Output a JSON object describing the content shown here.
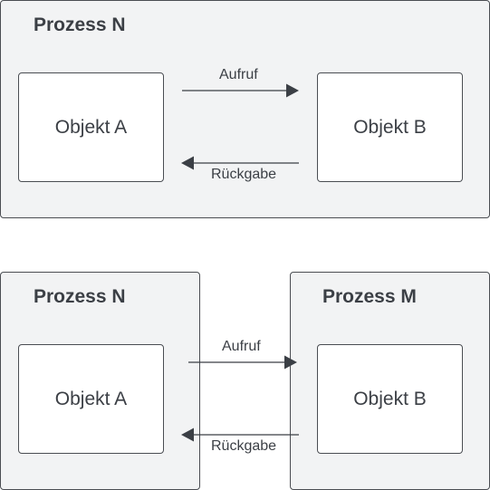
{
  "diagram_top": {
    "process_title": "Prozess N",
    "object_a": "Objekt A",
    "object_b": "Objekt B",
    "call_label": "Aufruf",
    "return_label": "Rückgabe"
  },
  "diagram_bottom": {
    "process_left_title": "Prozess N",
    "process_right_title": "Prozess M",
    "object_a": "Objekt A",
    "object_b": "Objekt B",
    "call_label": "Aufruf",
    "return_label": "Rückgabe"
  }
}
